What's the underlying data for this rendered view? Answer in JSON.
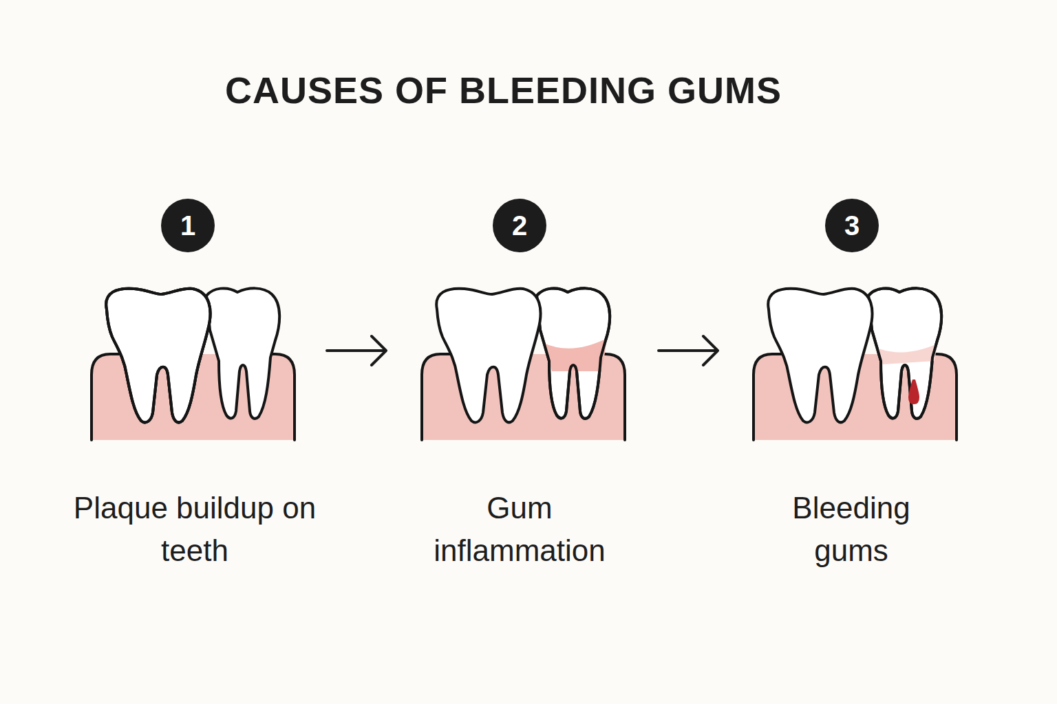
{
  "diagram": {
    "title": "CAUSES OF BLEEDING GUMS",
    "nodes": [
      {
        "text": [
          "1"
        ]
      },
      {
        "text": [
          "2"
        ]
      },
      {
        "text": [
          "3"
        ]
      }
    ],
    "labels": [
      "Plaque buildup on teeth",
      "Gum inflammation",
      "Bleeding gums"
    ]
  }
}
